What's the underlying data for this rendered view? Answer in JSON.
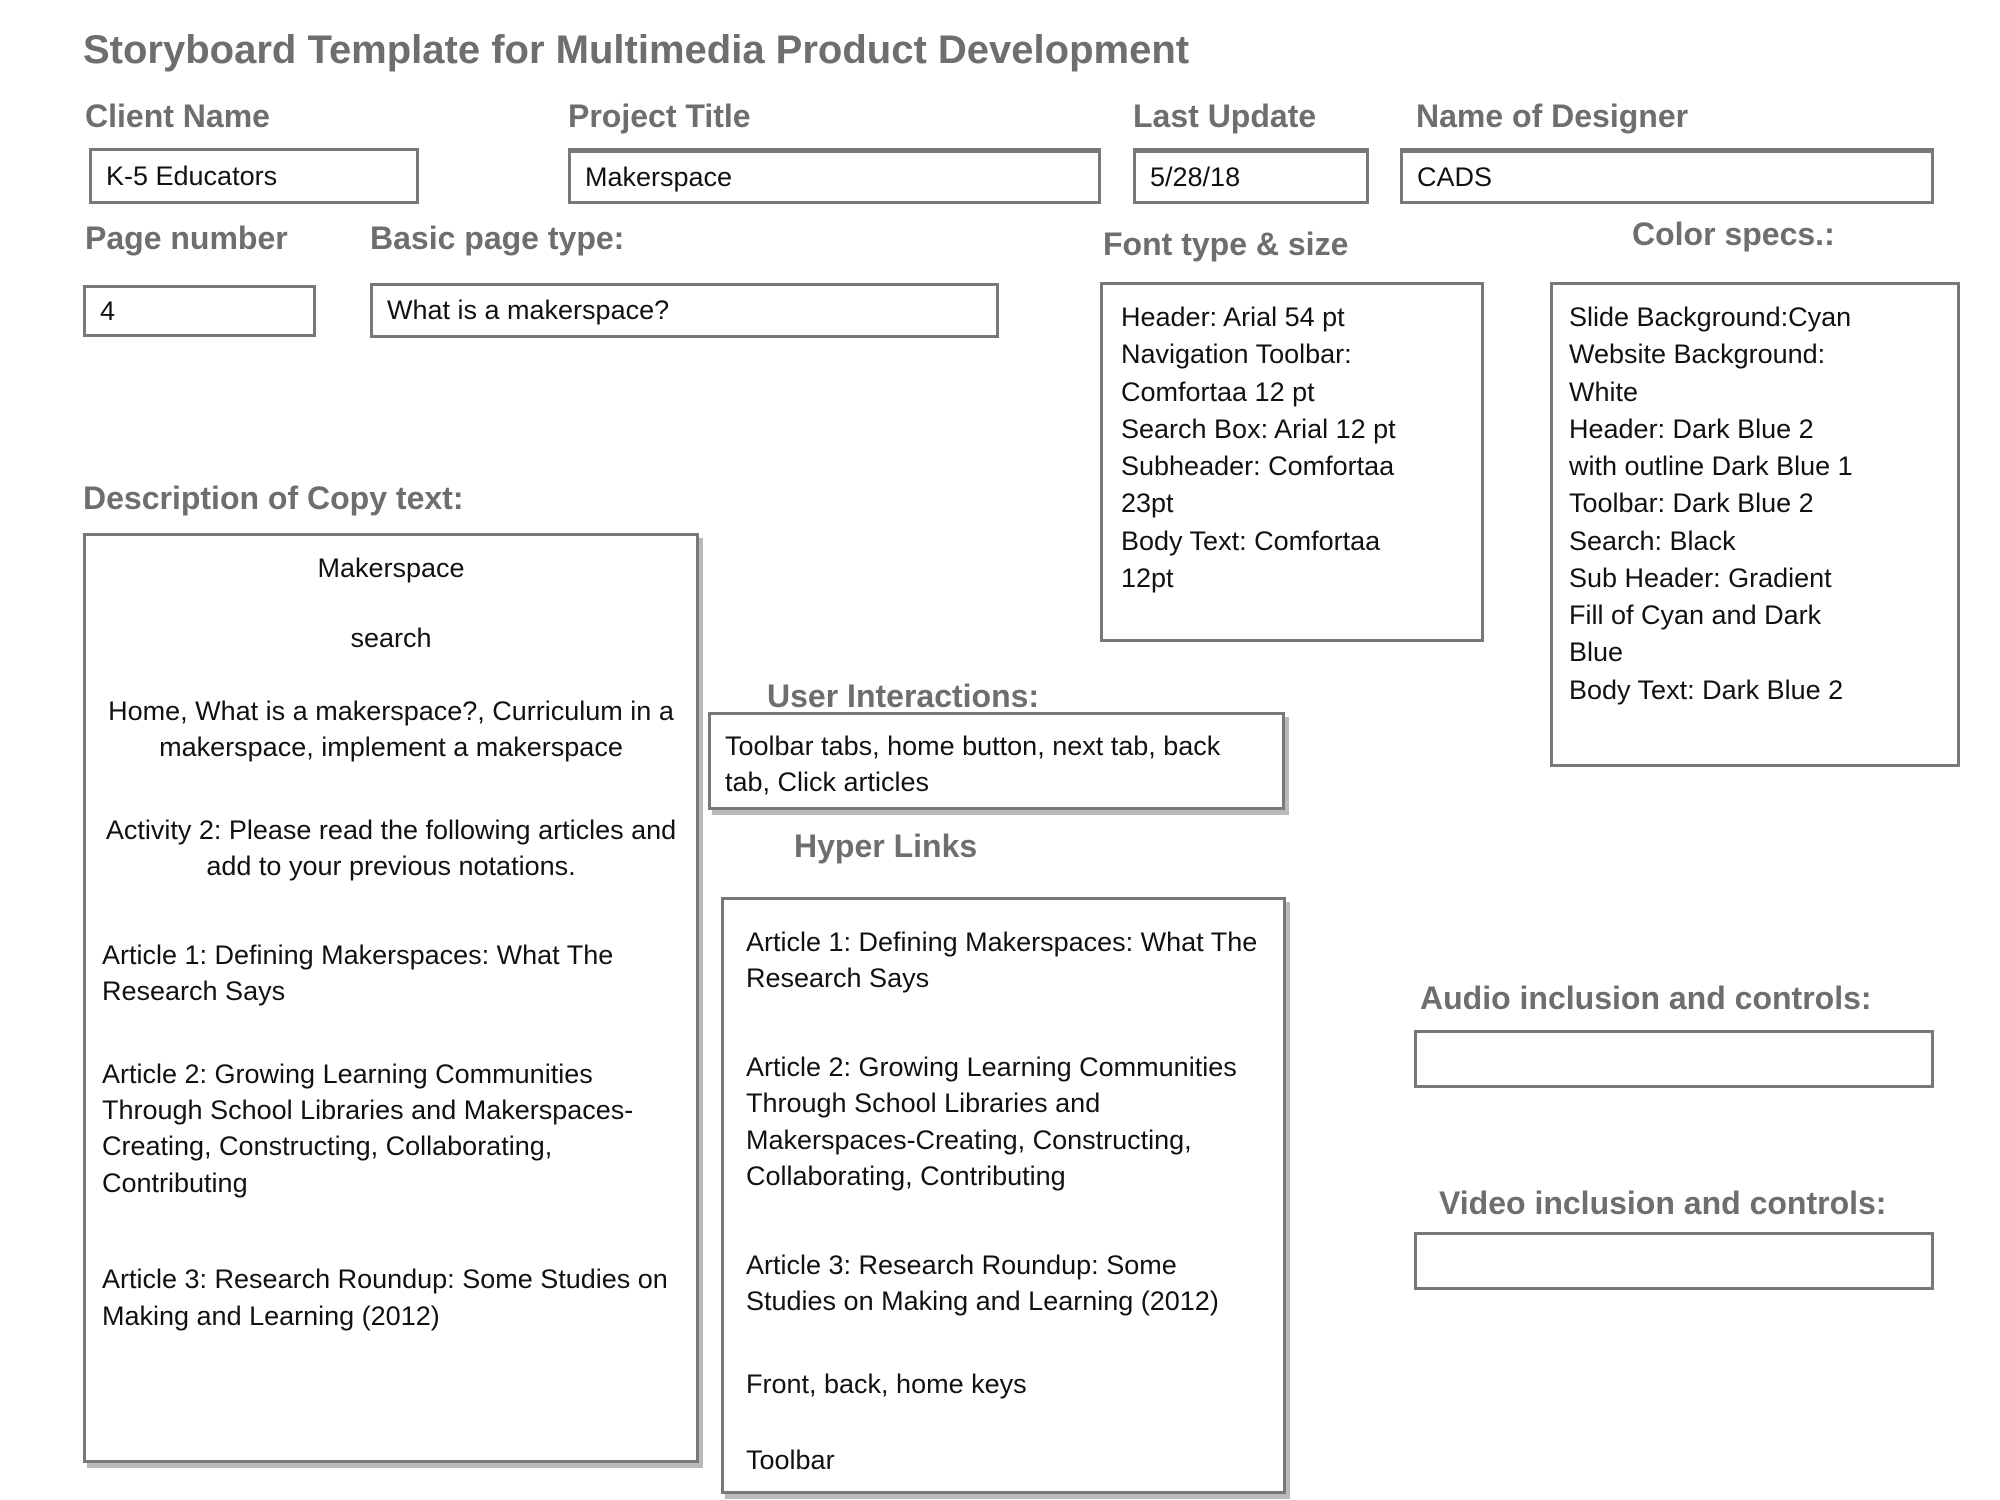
{
  "title": "Storyboard Template for Multimedia Product Development",
  "fields": {
    "client_name": {
      "label": "Client Name",
      "value": "K-5 Educators"
    },
    "project_title": {
      "label": "Project Title",
      "value": "Makerspace"
    },
    "last_update": {
      "label": "Last Update",
      "value": "5/28/18"
    },
    "designer": {
      "label": "Name of Designer",
      "value": "CADS"
    },
    "page_number": {
      "label": "Page number",
      "value": "4"
    },
    "basic_page_type": {
      "label": "Basic page type:",
      "value": "What is a makerspace?"
    }
  },
  "font_specs": {
    "label": "Font type & size",
    "lines": "Header: Arial 54 pt\nNavigation Toolbar:\nComfortaa 12 pt\nSearch Box: Arial 12 pt\nSubheader: Comfortaa\n23pt\nBody Text: Comfortaa\n12pt"
  },
  "color_specs": {
    "label": "Color specs.:",
    "lines": "Slide Background:Cyan\nWebsite Background:\nWhite\nHeader: Dark Blue 2\nwith outline Dark Blue 1\nToolbar: Dark Blue 2\nSearch: Black\nSub Header: Gradient\nFill of Cyan and Dark\nBlue\nBody Text: Dark Blue 2"
  },
  "description": {
    "label": "Description of Copy text:",
    "paragraphs": [
      {
        "text": "Makerspace",
        "align": "center"
      },
      {
        "text": "search",
        "align": "center"
      },
      {
        "text": "Home, What is a makerspace?, Curriculum in a makerspace, implement a makerspace",
        "align": "center"
      },
      {
        "text": "Activity 2: Please read the following articles and add to your previous notations.",
        "align": "center"
      },
      {
        "text": "Article 1: Defining Makerspaces: What The Research Says",
        "align": "left"
      },
      {
        "text": "Article 2: Growing Learning Communities Through School Libraries and Makerspaces-Creating, Constructing, Collaborating, Contributing",
        "align": "left"
      },
      {
        "text": "Article 3: Research Roundup: Some Studies on Making and Learning (2012)",
        "align": "left"
      }
    ]
  },
  "user_interactions": {
    "label": "User Interactions:",
    "value": "Toolbar tabs, home button, next tab, back tab, Click articles"
  },
  "hyper_links": {
    "label": "Hyper Links",
    "paragraphs": [
      {
        "text": "Article 1: Defining Makerspaces: What The Research Says"
      },
      {
        "text": "Article 2: Growing Learning Communities Through School Libraries and Makerspaces-Creating, Constructing, Collaborating, Contributing"
      },
      {
        "text": "Article 3: Research Roundup: Some Studies on Making and Learning (2012)"
      },
      {
        "text": "Front, back, home keys"
      },
      {
        "text": "Toolbar"
      }
    ]
  },
  "audio": {
    "label": "Audio inclusion and controls:",
    "value": ""
  },
  "video": {
    "label": "Video inclusion and controls:",
    "value": ""
  },
  "colors": {
    "label_gray": "#6e6e6e",
    "border_gray": "#787878",
    "text_black": "#111111",
    "background": "#ffffff"
  }
}
